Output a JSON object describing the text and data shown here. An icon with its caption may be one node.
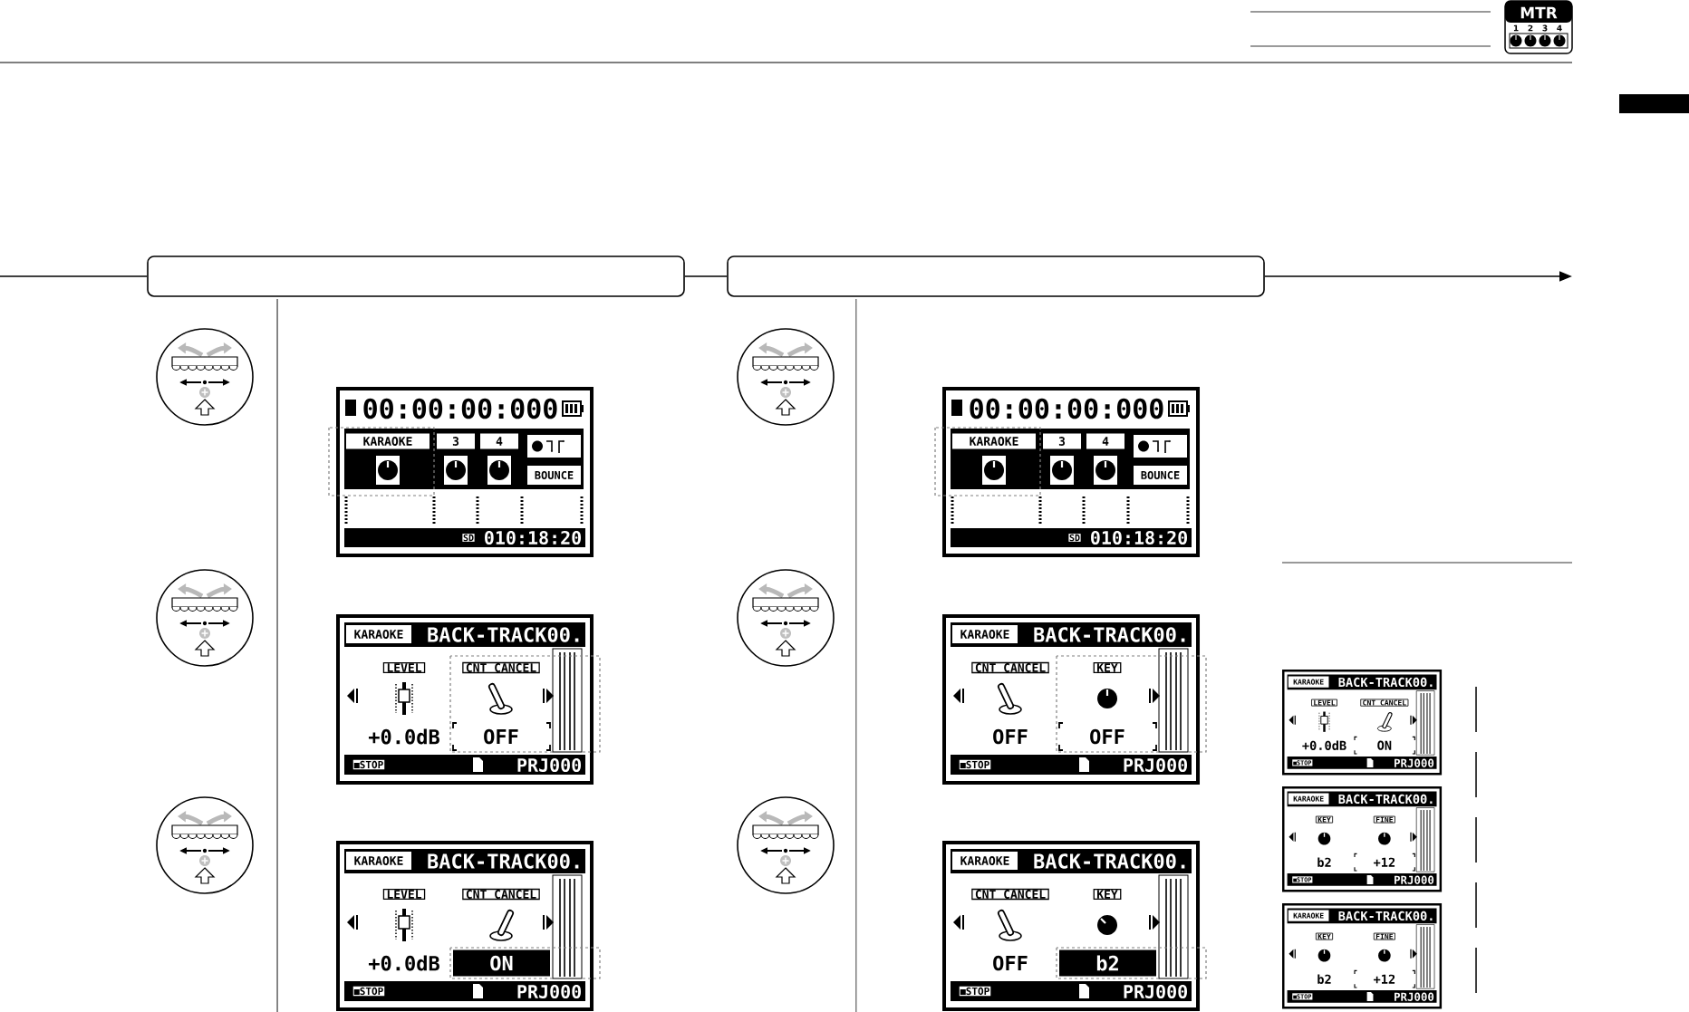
{
  "diagram": {
    "nodes": [
      {
        "text": [],
        "shape": "box"
      },
      {
        "text": [],
        "shape": "box"
      }
    ],
    "edges": [
      {
        "from": null,
        "to": 0,
        "arrow": "none"
      },
      {
        "from": 0,
        "to": 1,
        "arrow": "none"
      },
      {
        "from": 1,
        "to": null,
        "arrow": "to"
      }
    ],
    "labels": [
      "MTR",
      "1",
      "2",
      "3",
      "4",
      "00:00:00:000",
      "KARAOKE",
      "3",
      "4",
      "BOUNCE",
      "SD",
      "010:18:20",
      "00:00:00:000",
      "KARAOKE",
      "3",
      "4",
      "BOUNCE",
      "SD",
      "010:18:20",
      "KARAOKE",
      "BACK-TRACK00.",
      "LEVEL",
      "CNT CANCEL",
      "+0.0dB",
      "OFF",
      "STOP",
      "PRJ000",
      "KARAOKE",
      "BACK-TRACK00.",
      "CNT CANCEL",
      "KEY",
      "OFF",
      "OFF",
      "STOP",
      "PRJ000",
      "KARAOKE",
      "BACK-TRACK00.",
      "LEVEL",
      "CNT CANCEL",
      "+0.0dB",
      "ON",
      "STOP",
      "PRJ000",
      "KARAOKE",
      "BACK-TRACK00.",
      "LEVEL",
      "CNT CANCEL",
      "+0.0dB",
      "ON",
      "STOP",
      "PRJ000",
      "KARAOKE",
      "BACK-TRACK00.",
      "CNT CANCEL",
      "KEY",
      "OFF",
      "b2",
      "STOP",
      "PRJ000",
      "KARAOKE",
      "BACK-TRACK00.",
      "KEY",
      "FINE",
      "b2",
      "+12",
      "STOP",
      "PRJ000",
      "KARAOKE",
      "BACK-TRACK00.",
      "KEY",
      "FINE",
      "b2",
      "+12",
      "STOP",
      "PRJ000"
    ]
  }
}
